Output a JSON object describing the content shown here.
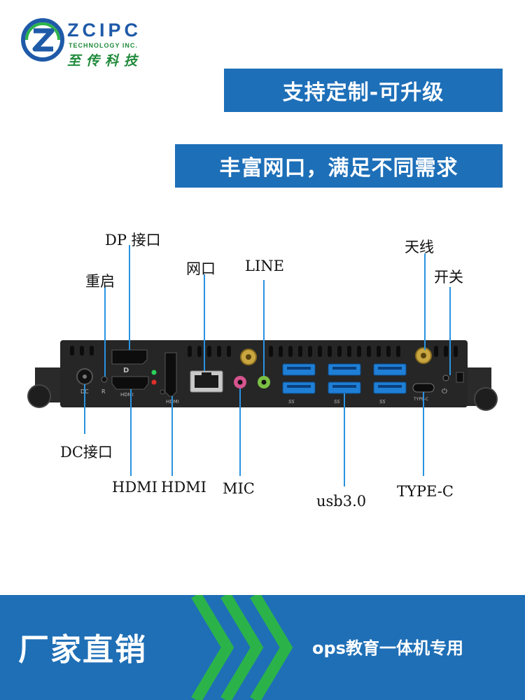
{
  "logo": {
    "brand": "ZCIPC",
    "sub": "TECHNOLOGY INC.",
    "cn": "至传科技"
  },
  "banners": {
    "top": "支持定制-可升级",
    "second": "丰富网口，满足不同需求"
  },
  "labels": {
    "dp": "DP 接口",
    "reset": "重启",
    "lan": "网口",
    "line": "LINE",
    "antenna": "天线",
    "power": "开关",
    "dc": "DC接口",
    "hdmi1": "HDMI",
    "hdmi2": "HDMI",
    "mic": "MIC",
    "usb": "usb3.0",
    "typec": "TYPE-C"
  },
  "panel_print": {
    "dc": "DC",
    "r": "R",
    "hdmi_v": "HDMI",
    "hdmi_logo": "HDMI",
    "ss": "SS",
    "typec": "TYPE-C"
  },
  "footer": {
    "left": "厂家直销",
    "right": "ops教育一体机专用"
  },
  "colors": {
    "banner_blue": "#1d6fb8",
    "footer_blue": "#1f6fb6",
    "accent_green": "#2bb34a",
    "usb_blue": "#1f7fd6",
    "leader_line": "#2a93e0"
  }
}
